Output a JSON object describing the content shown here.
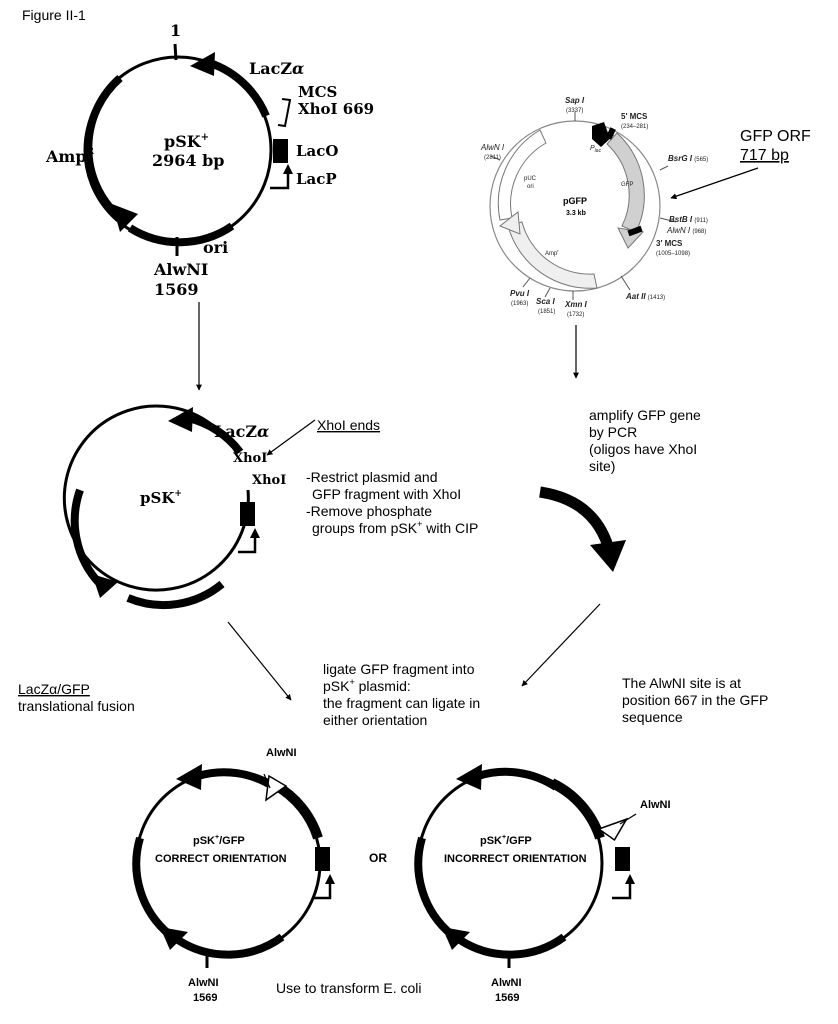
{
  "figure_label": "Figure II-1",
  "psk": {
    "position_one": "1",
    "lacz_label": "LacZ",
    "lacz_alpha": "α",
    "mcs_label": "MCS",
    "xhoi_label": "XhoI 669",
    "name": "pSK",
    "name_sup": "+",
    "size": "2964 bp",
    "laco_label": "LacO",
    "lacp_label": "LacP",
    "ampr_label": "Amp",
    "ampr_sup": "R",
    "ori_label": "ori",
    "alwni_label": "AlwNI",
    "alwni_pos": "1569"
  },
  "pgfp": {
    "gfp_orf_label": "GFP ORF",
    "gfp_orf_size": "717 bp",
    "name": "pGFP",
    "size": "3.3 kb",
    "sites": {
      "sapi": "Sap I",
      "sapi_pos": "(3337)",
      "mcs5": "5′ MCS",
      "mcs5_range": "(234–281)",
      "alwn_top": "AlwN I",
      "alwn_top_pos": "(2811)",
      "plac": "P",
      "plac_sub": "lac",
      "puc_ori_1": "pUC",
      "puc_ori_2": "ori",
      "gfp": "GFP",
      "bsrgi": "BsrG I",
      "bsrgi_pos": "(565)",
      "bstbi": "BstB I",
      "bstbi_pos": "(911)",
      "alwn_bot": "AlwN I",
      "alwn_bot_pos": "(968)",
      "mcs3": "3′ MCS",
      "mcs3_range": "(1005–1098)",
      "ampr": "Amp",
      "ampr_sup": "r",
      "aatii": "Aat II",
      "aatii_pos": "(1413)",
      "pvui": "Pvu I",
      "pvui_pos": "(1963)",
      "scai": "Sca I",
      "scai_pos": "(1851)",
      "xmni": "Xmn I",
      "xmni_pos": "(1732)"
    }
  },
  "middle": {
    "lacz_label": "LacZ",
    "lacz_alpha": "α",
    "xhoi_upper": "XhoI",
    "xhoi_lower": "XhoI",
    "name": "pSK",
    "name_sup": "+",
    "xhoi_ends": "XhoI ends",
    "restrict_line1": "-Restrict plasmid and",
    "restrict_line2": "GFP fragment with XhoI",
    "remove_line1": "-Remove phosphate",
    "remove_line2": "groups from pSK",
    "remove_line2_sup": "+",
    "remove_line2_end": " with CIP",
    "amplify_line1": "amplify GFP  gene",
    "amplify_line2": "by PCR",
    "amplify_line3": "(oligos have XhoI",
    "amplify_line4": "site)"
  },
  "notes": {
    "fusion_line1": "LacZα/GFP",
    "fusion_line2": "translational fusion",
    "ligate_line1": "ligate GFP fragment into",
    "ligate_line2": "pSK",
    "ligate_line2_sup": "+",
    "ligate_line2_end": " plasmid:",
    "ligate_line3": "the fragment can ligate in",
    "ligate_line4": "either orientation",
    "alwni_note_line1": "The AlwNI site is at",
    "alwni_note_line2": "position 667 in the GFP",
    "alwni_note_line3": "sequence"
  },
  "bottom": {
    "left_alwni_top": "AlwNI",
    "left_title_1": "pSK",
    "left_title_sup": "+",
    "left_title_2": "/GFP",
    "left_title_3": "CORRECT ORIENTATION",
    "left_alwni_bot": "AlwNI",
    "left_alwni_pos": "1569",
    "or_label": "OR",
    "right_alwni_top": "AlwNI",
    "right_title_1": "pSK",
    "right_title_sup": "+",
    "right_title_2": "/GFP",
    "right_title_3": "INCORRECT ORIENTATION",
    "right_alwni_bot": "AlwNI",
    "right_alwni_pos": "1569",
    "transform_label": "Use to transform E. coli"
  }
}
